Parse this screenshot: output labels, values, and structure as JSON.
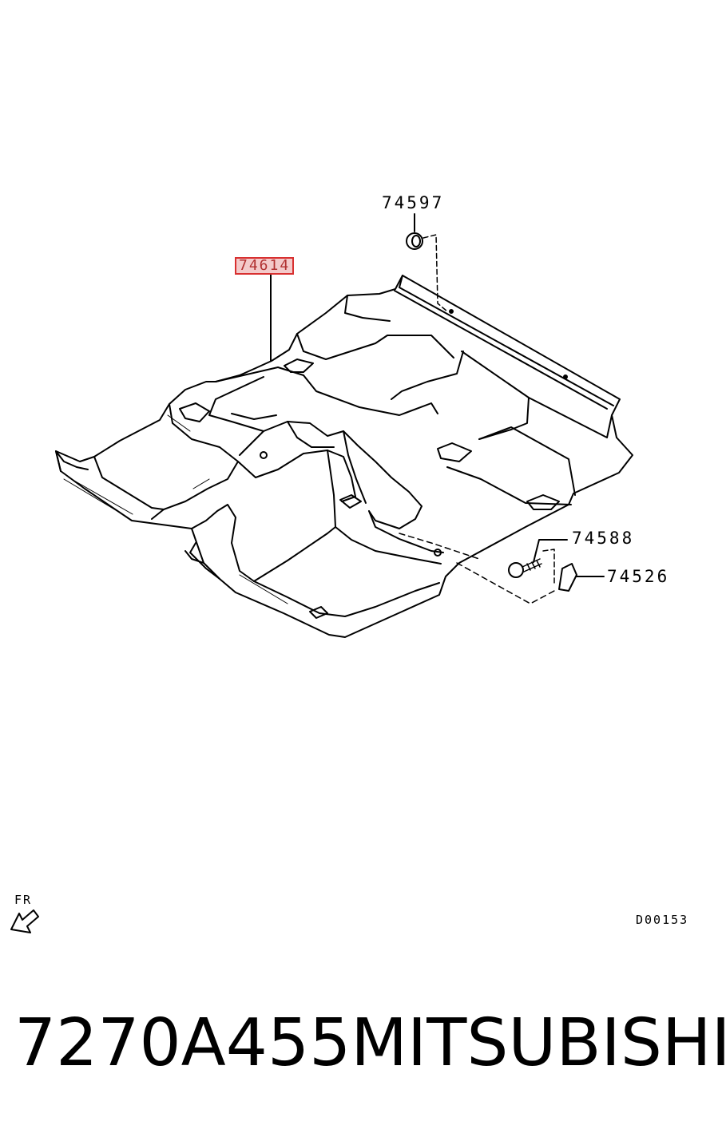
{
  "callouts": {
    "c74597": "74597",
    "c74614": "74614",
    "c74588": "74588",
    "c74526": "74526"
  },
  "direction_label": "FR",
  "diagram_code": "D00153",
  "footer": {
    "part_number": "7270A455",
    "brand": "MITSUBISHI"
  },
  "highlight_color": "#d83030"
}
